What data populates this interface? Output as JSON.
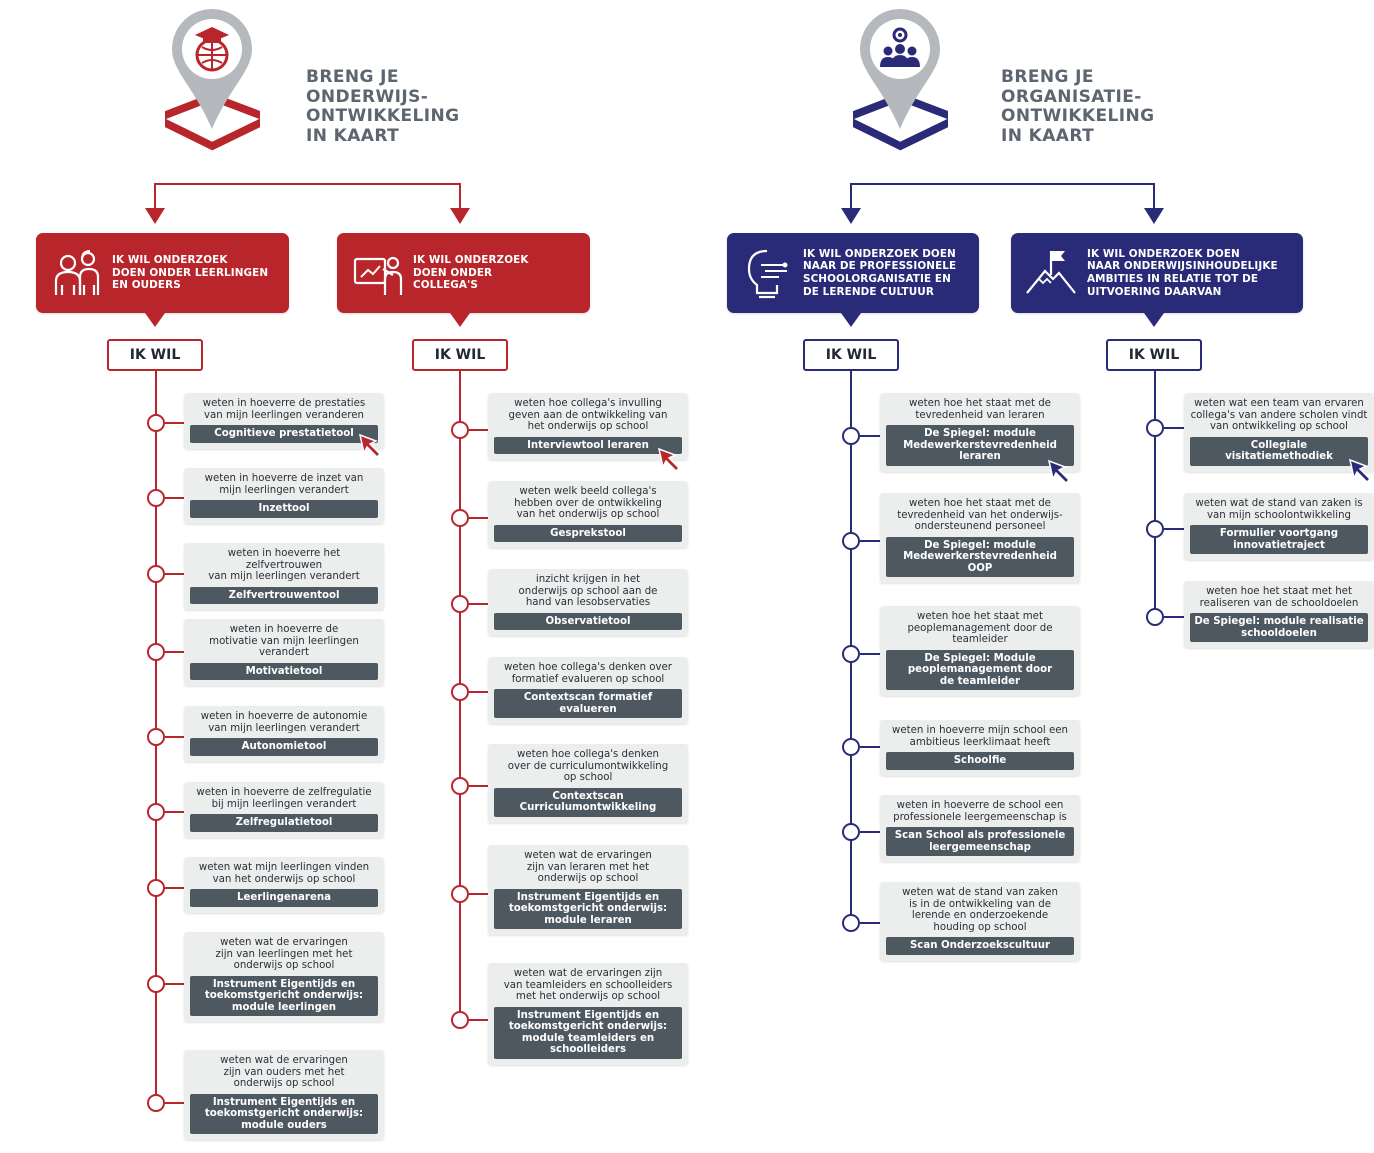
{
  "left": {
    "title": "BRENG JE\nONDERWIJS-\nONTWIKKELING\nIN KAART",
    "color": "#b8262c",
    "branches": [
      {
        "icon": "student-parent-icon",
        "header": "IK WIL ONDERZOEK\nDOEN ONDER LEERLINGEN\nEN OUDERS",
        "ikwil": "IK WIL",
        "items": [
          {
            "text": "weten in hoeverre de prestaties\nvan mijn leerlingen veranderen",
            "tool": "Cognitieve prestatietool"
          },
          {
            "text": "weten in hoeverre de inzet van\nmijn leerlingen verandert",
            "tool": "Inzettool"
          },
          {
            "text": "weten in hoeverre het zelfvertrouwen\nvan mijn leerlingen verandert",
            "tool": "Zelfvertrouwentool"
          },
          {
            "text": "weten in hoeverre de\nmotivatie van mijn leerlingen\nverandert",
            "tool": "Motivatietool"
          },
          {
            "text": "weten in hoeverre de autonomie\nvan mijn leerlingen verandert",
            "tool": "Autonomietool"
          },
          {
            "text": "weten in hoeverre de zelfregulatie\nbij mijn leerlingen verandert",
            "tool": "Zelfregulatietool"
          },
          {
            "text": "weten wat mijn leerlingen vinden\nvan het onderwijs op school",
            "tool": "Leerlingenarena"
          },
          {
            "text": "weten wat de ervaringen\nzijn van leerlingen met het\nonderwijs op school",
            "tool": "Instrument Eigentijds en\ntoekomstgericht onderwijs:\nmodule leerlingen"
          },
          {
            "text": "weten wat de ervaringen\nzijn van ouders met het\nonderwijs op school",
            "tool": "Instrument Eigentijds en\ntoekomstgericht onderwijs:\nmodule ouders"
          }
        ]
      },
      {
        "icon": "teacher-board-icon",
        "header": "IK WIL ONDERZOEK\nDOEN ONDER\nCOLLEGA'S",
        "ikwil": "IK WIL",
        "items": [
          {
            "text": "weten hoe collega's invulling\ngeven aan de ontwikkeling van\nhet onderwijs op school",
            "tool": "Interviewtool leraren"
          },
          {
            "text": "weten welk beeld collega's\nhebben over de ontwikkeling\nvan het onderwijs op school",
            "tool": "Gesprekstool"
          },
          {
            "text": "inzicht krijgen in het\nonderwijs op school aan de\nhand van lesobservaties",
            "tool": "Observatietool"
          },
          {
            "text": "weten hoe collega's denken over\nformatief evalueren op school",
            "tool": "Contextscan formatief\nevalueren"
          },
          {
            "text": "weten hoe collega's denken\nover de curriculumontwikkeling\nop school",
            "tool": "Contextscan\nCurriculumontwikkeling"
          },
          {
            "text": "weten wat de ervaringen\nzijn van leraren met het\nonderwijs op school",
            "tool": "Instrument Eigentijds en\ntoekomstgericht onderwijs:\nmodule leraren"
          },
          {
            "text": "weten wat de ervaringen zijn\nvan teamleiders en schoolleiders\nmet het onderwijs op school",
            "tool": "Instrument Eigentijds en\ntoekomstgericht onderwijs:\nmodule teamleiders en\nschoolleiders"
          }
        ]
      }
    ]
  },
  "right": {
    "title": "BRENG JE\nORGANISATIE-\nONTWIKKELING\nIN KAART",
    "color": "#2a2b78",
    "branches": [
      {
        "icon": "lightbulb-head-icon",
        "header": "IK WIL ONDERZOEK DOEN\nNAAR DE PROFESSIONELE\nSCHOOLORGANISATIE EN\nDE LERENDE CULTUUR",
        "ikwil": "IK WIL",
        "items": [
          {
            "text": "weten hoe het staat met de\ntevredenheid van leraren",
            "tool": "De Spiegel: module\nMedewerkerstevredenheid\nleraren"
          },
          {
            "text": "weten hoe het staat met de\ntevredenheid van het onderwijs-\nondersteunend personeel",
            "tool": "De Spiegel: module\nMedewerkerstevredenheid\nOOP"
          },
          {
            "text": "weten hoe het staat met\npeoplemanagement door de\nteamleider",
            "tool": "De Spiegel: Module\npeoplemanagement door\nde teamleider"
          },
          {
            "text": "weten in hoeverre mijn school een\nambitieus leerklimaat heeft",
            "tool": "Schoolfie"
          },
          {
            "text": "weten in hoeverre de school een\nprofessionele leergemeenschap is",
            "tool": "Scan School als professionele\nleergemeenschap"
          },
          {
            "text": "weten wat de stand van zaken\nis in de ontwikkeling van de\nlerende en onderzoekende\nhouding op school",
            "tool": "Scan Onderzoekscultuur"
          }
        ]
      },
      {
        "icon": "mountain-flag-icon",
        "header": "IK WIL ONDERZOEK DOEN\nNAAR ONDERWIJSINHOUDELIJKE\nAMBITIES IN RELATIE TOT DE\nUITVOERING DAARVAN",
        "ikwil": "IK WIL",
        "items": [
          {
            "text": "weten wat een team van ervaren\ncollega's van andere scholen vindt\nvan ontwikkeling op school",
            "tool": "Collegiale\nvisitatiemethodiek"
          },
          {
            "text": "weten wat de stand van zaken is\nvan mijn schoolontwikkeling",
            "tool": "Formulier voortgang\ninnovatietraject"
          },
          {
            "text": "weten hoe het staat met het\nrealiseren van de schooldoelen",
            "tool": "De Spiegel: module realisatie\nschooldoelen"
          }
        ]
      }
    ]
  }
}
